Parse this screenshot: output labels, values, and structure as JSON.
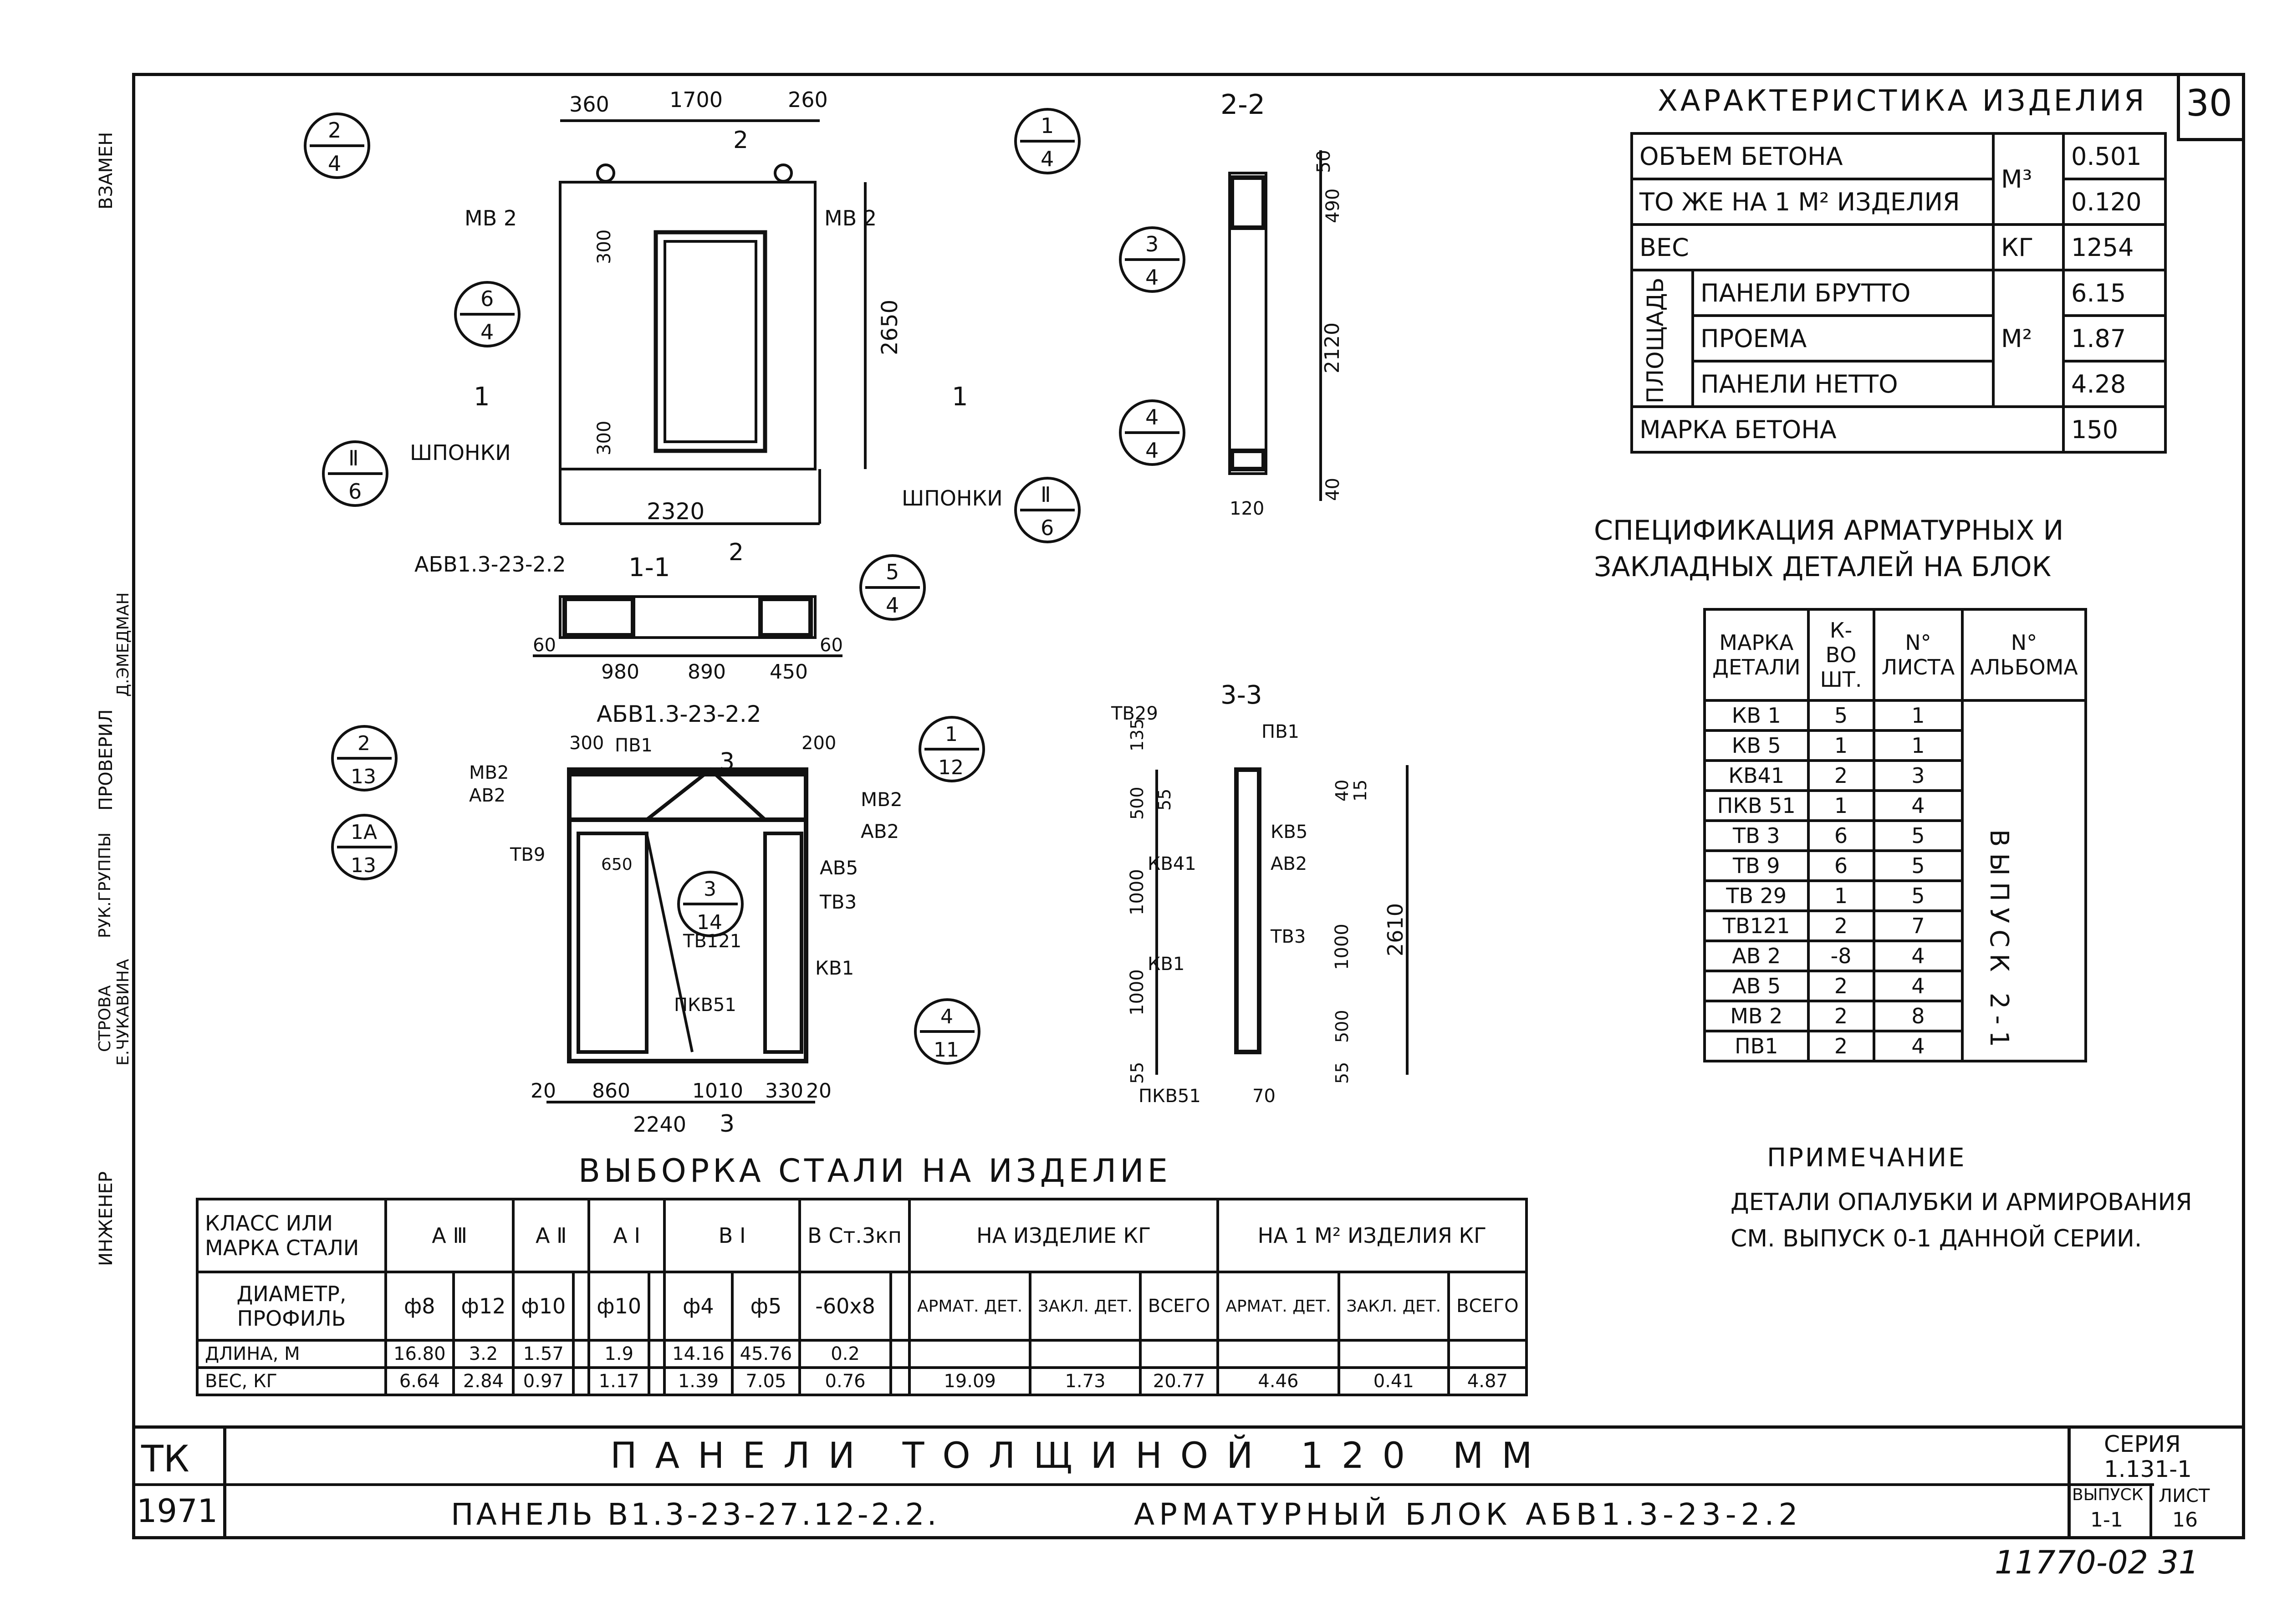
{
  "sheet_number": "30",
  "stamp_number": "11770-02 31",
  "side_labels": [
    "ВЗАМЕН",
    "ИНЖЕНЕР",
    "СТРОВА",
    "Е.ЧУКАВИНА",
    "РУК.ГРУППЫ",
    "ПРОВЕРИЛ",
    "Д.ЭМЕДМАН"
  ],
  "characteristics": {
    "title": "ХАРАКТЕРИСТИКА ИЗДЕЛИЯ",
    "rows": [
      {
        "label": "ОБЪЕМ БЕТОНА",
        "unit": "М³",
        "value": "0.501"
      },
      {
        "label": "ТО ЖЕ НА 1 М² ИЗДЕЛИЯ",
        "unit": "",
        "value": "0.120"
      },
      {
        "label": "ВЕС",
        "unit": "КГ",
        "value": "1254"
      },
      {
        "label": "ПАНЕЛИ БРУТТО",
        "unit": "М²",
        "value": "6.15"
      },
      {
        "label": "ПРОЕМА",
        "unit": "",
        "value": "1.87"
      },
      {
        "label": "ПАНЕЛИ НЕТТО",
        "unit": "",
        "value": "4.28"
      },
      {
        "label": "МАРКА БЕТОНА",
        "unit": "",
        "value": "150"
      }
    ],
    "area_group_label": "ПЛОЩАДЬ"
  },
  "specification": {
    "title_line1": "СПЕЦИФИКАЦИЯ АРМАТУРНЫХ И",
    "title_line2": "ЗАКЛАДНЫХ ДЕТАЛЕЙ НА БЛОК",
    "headers": [
      "МАРКА ДЕТАЛИ",
      "К-ВО ШТ.",
      "N° ЛИСТА",
      "N° АЛЬБОМА"
    ],
    "rows": [
      [
        "КВ 1",
        "5",
        "1"
      ],
      [
        "КВ 5",
        "1",
        "1"
      ],
      [
        "КВ41",
        "2",
        "3"
      ],
      [
        "ПКВ 51",
        "1",
        "4"
      ],
      [
        "ТВ 3",
        "6",
        "5"
      ],
      [
        "ТВ 9",
        "6",
        "5"
      ],
      [
        "ТВ 29",
        "1",
        "5"
      ],
      [
        "ТВ121",
        "2",
        "7"
      ],
      [
        "АВ 2",
        "-8",
        "4"
      ],
      [
        "АВ 5",
        "2",
        "4"
      ],
      [
        "МВ 2",
        "2",
        "8"
      ],
      [
        "ПВ1",
        "2",
        "4"
      ]
    ],
    "album": "ВЫПУСК 2-1"
  },
  "note": {
    "title": "ПРИМЕЧАНИЕ",
    "line1": "ДЕТАЛИ ОПАЛУБКИ И АРМИРОВАНИЯ",
    "line2": "СМ. ВЫПУСК 0-1 ДАННОЙ СЕРИИ."
  },
  "steel": {
    "title": "ВЫБОРКА СТАЛИ НА ИЗДЕЛИЕ",
    "class_label": "КЛАСС ИЛИ МАРКА СТАЛИ",
    "diameter_label": "ДИАМЕТР, ПРОФИЛЬ",
    "length_label": "ДЛИНА, М",
    "weight_label": "ВЕС, КГ",
    "classes": [
      "А Ⅲ",
      "А Ⅱ",
      "А Ⅰ",
      "В Ⅰ",
      "В Ст.3кп"
    ],
    "per_item": "НА ИЗДЕЛИЕ КГ",
    "per_m2": "НА 1 М² ИЗДЕЛИЯ КГ",
    "diameters": [
      "ф8",
      "ф12",
      "ф10",
      "",
      "ф10",
      "",
      "ф4",
      "ф5",
      "-60х8",
      "",
      "АРМАТ. ДЕТ.",
      "ЗАКЛ. ДЕТ.",
      "ВСЕГО",
      "АРМАТ. ДЕТ.",
      "ЗАКЛ. ДЕТ.",
      "ВСЕГО"
    ],
    "lengths": [
      "16.80",
      "3.2",
      "1.57",
      "",
      "1.9",
      "",
      "14.16",
      "45.76",
      "0.2",
      "",
      "",
      "",
      "",
      "",
      "",
      ""
    ],
    "weights": [
      "6.64",
      "2.84",
      "0.97",
      "",
      "1.17",
      "",
      "1.39",
      "7.05",
      "0.76",
      "",
      "19.09",
      "1.73",
      "20.77",
      "4.46",
      "0.41",
      "4.87"
    ]
  },
  "title_block": {
    "code": "ТК",
    "year": "1971",
    "main_title": "ПАНЕЛИ ТОЛЩИНОЙ 120 ММ",
    "subtitle_left": "ПАНЕЛЬ В1.3-23-27.12-2.2.",
    "subtitle_right": "АРМАТУРНЫЙ БЛОК АБВ1.3-23-2.2",
    "series_label": "СЕРИЯ",
    "series_value": "1.131-1",
    "issue_label": "ВЫПУСК",
    "issue_value": "1-1",
    "sheet_label": "ЛИСТ",
    "sheet_value": "16"
  },
  "drawings": {
    "elevation": {
      "dims_top": [
        "360",
        "1700",
        "260"
      ],
      "height": "2650",
      "width": "2320",
      "opening_dim": "300",
      "labels": {
        "mb2": "МВ 2",
        "shponki": "ШПОНКИ",
        "sec1": "1",
        "sec2": "2"
      },
      "callouts": [
        [
          "2",
          "4"
        ],
        [
          "1",
          "4"
        ],
        [
          "6",
          "4"
        ],
        [
          "Ⅱ",
          "6"
        ],
        [
          "Ⅱ",
          "6"
        ]
      ]
    },
    "section22": {
      "title": "2-2",
      "dims": [
        "50",
        "490",
        "2120",
        "40",
        "120"
      ],
      "callouts": [
        [
          "3",
          "4"
        ],
        [
          "4",
          "4"
        ]
      ]
    },
    "section11": {
      "title": "1-1",
      "mark": "АБВ1.3-23-2.2",
      "dims": [
        "60",
        "980",
        "890",
        "450",
        "60"
      ],
      "callout": [
        "5",
        "4"
      ],
      "sec": "2"
    },
    "block": {
      "title": "АБВ1.3-23-2.2",
      "dims_top": [
        "300",
        "200"
      ],
      "dims_bottom": [
        "20",
        "860",
        "1010",
        "330",
        "20"
      ],
      "total": "2240",
      "inner": "650",
      "labels": [
        "ПВ1",
        "МВ2",
        "АВ2",
        "ТВ9",
        "МВ2",
        "АВ2",
        "АВ5",
        "ТВ3",
        "ТВ121",
        "КВ1",
        "ПКВ51"
      ],
      "callouts": [
        [
          "2",
          "13"
        ],
        [
          "1А",
          "13"
        ],
        [
          "1",
          "12"
        ],
        [
          "3",
          "14"
        ],
        [
          "4",
          "11"
        ]
      ],
      "sec3": "3"
    },
    "section33": {
      "title": "3-3",
      "left_dims": [
        "135",
        "500",
        "55",
        "1000",
        "1000",
        "55"
      ],
      "right_dims": [
        "40",
        "15",
        "1000",
        "500",
        "55"
      ],
      "total": "2610",
      "bottom": "70",
      "labels": [
        "ТВ29",
        "ПВ1",
        "КВ5",
        "КВ41",
        "АВ2",
        "ТВ3",
        "КВ1",
        "ПКВ51"
      ]
    }
  }
}
